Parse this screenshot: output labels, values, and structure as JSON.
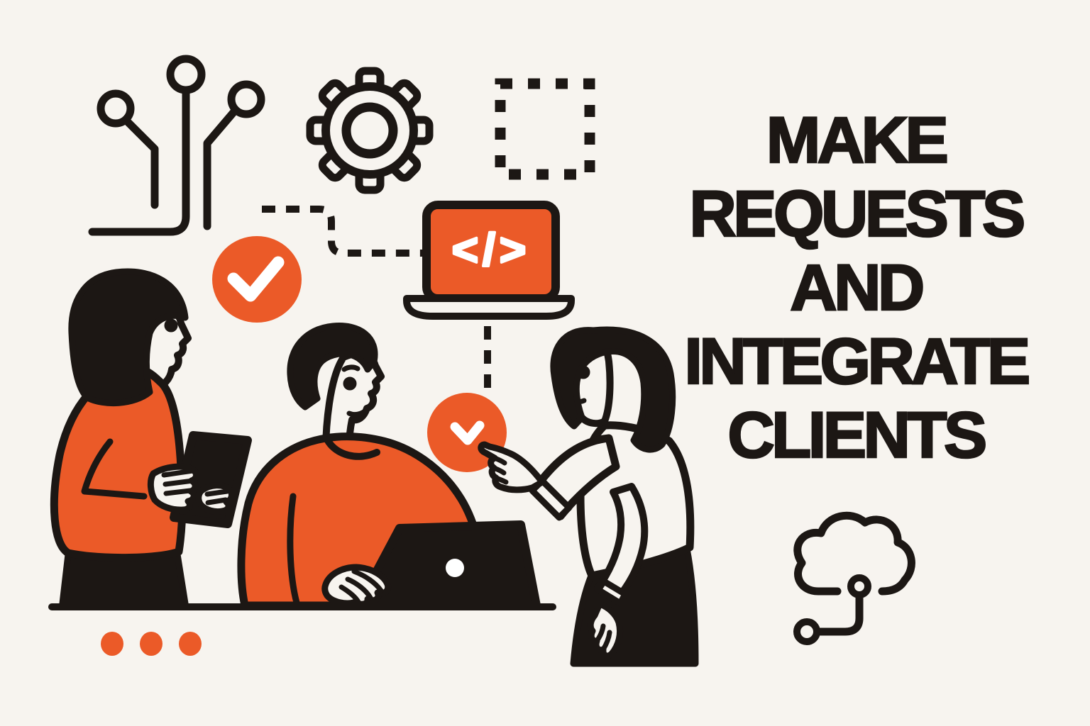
{
  "colors": {
    "paper": "#f7f4ef",
    "ink": "#1c1714",
    "orange": "#eb5a28",
    "white": "#ffffff"
  },
  "headline": {
    "lines": [
      "MAKE",
      "REQUESTS",
      "AND",
      "INTEGRATE",
      "CLIENTS"
    ]
  },
  "laptop_icon": {
    "code_symbol": "</>"
  },
  "icons": [
    "circuit-nodes-icon",
    "gear-icon",
    "dashed-square-icon",
    "code-laptop-icon",
    "check-circle-icon",
    "check-circle-icon",
    "dashed-connector",
    "cloud-connector-icon",
    "ellipsis-dots"
  ],
  "figures": [
    "woman-with-tablet",
    "man-at-laptop",
    "woman-pointing"
  ]
}
